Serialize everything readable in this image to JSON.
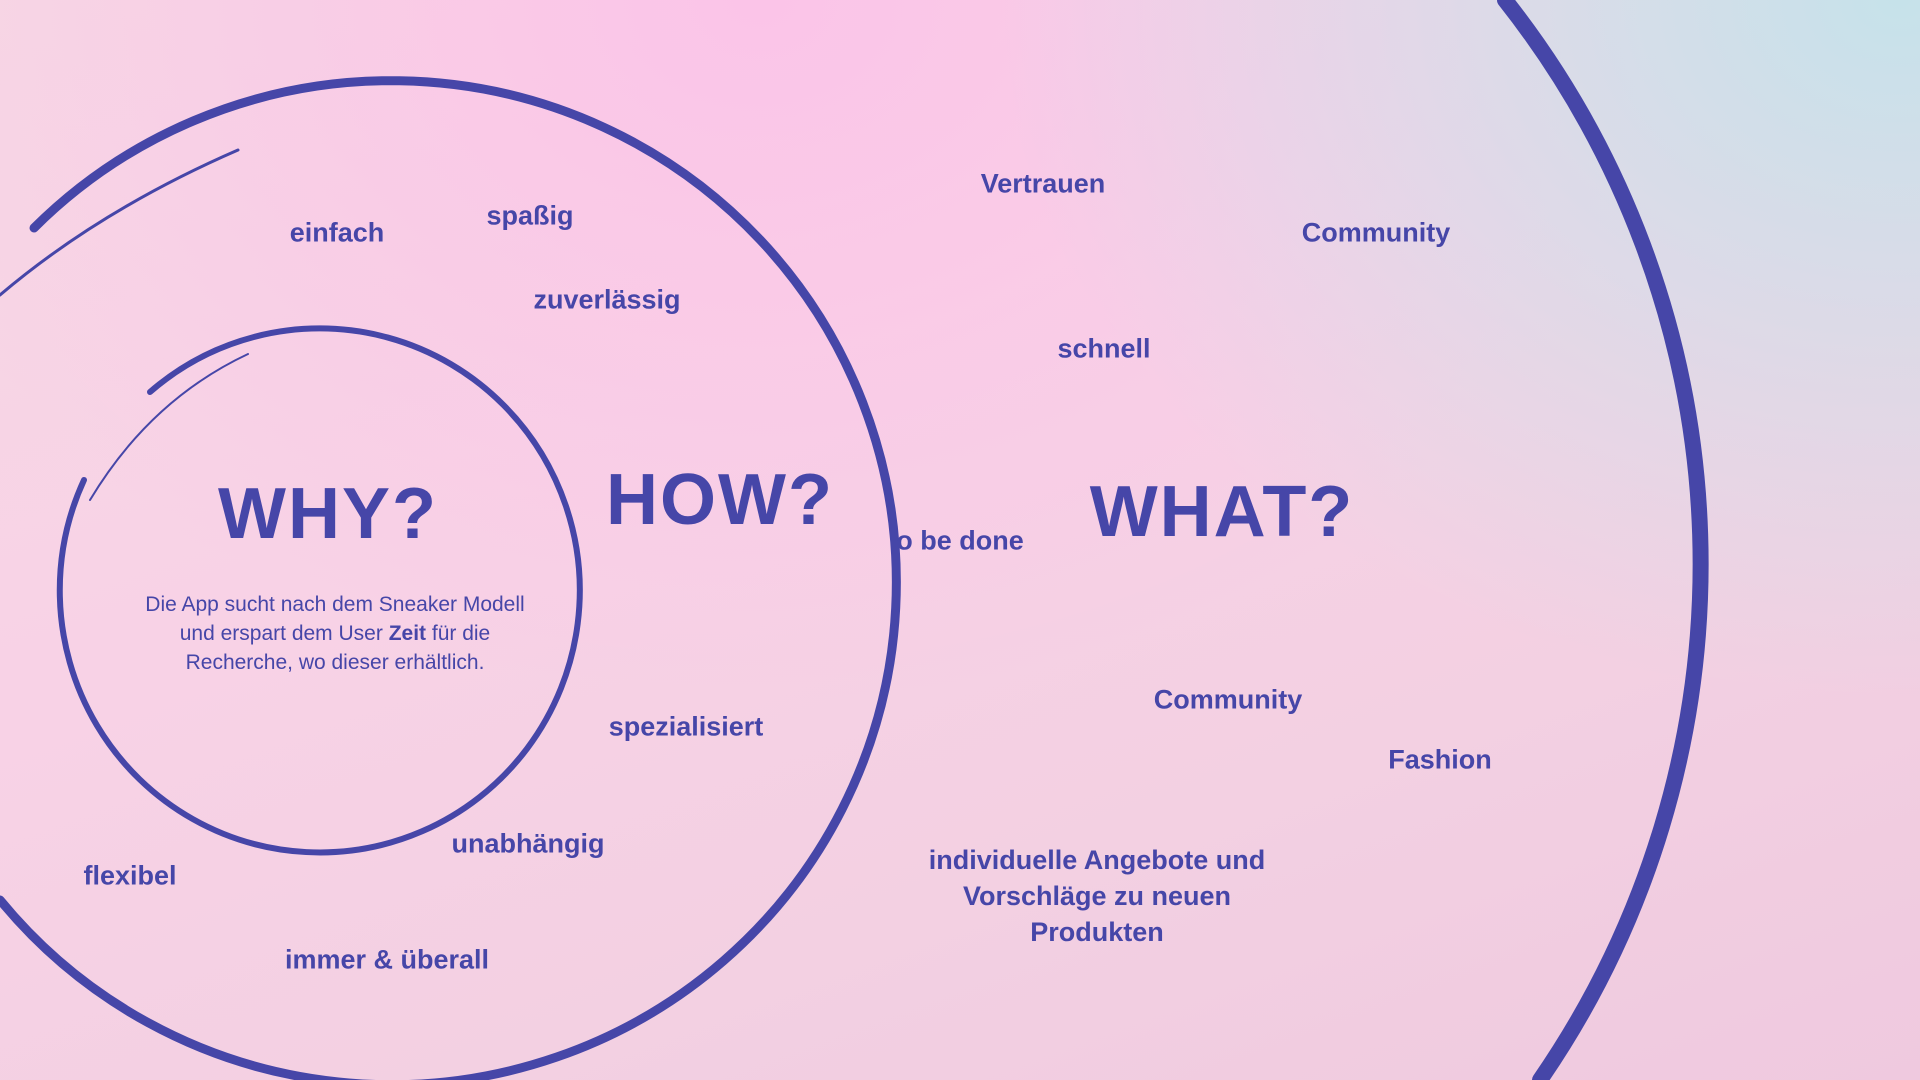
{
  "colors": {
    "accent": "#4646a8"
  },
  "why": {
    "title": "WHY?",
    "desc_before": "Die App sucht nach dem Sneaker Modell und erspart dem User ",
    "desc_bold": "Zeit",
    "desc_after": " für die Recherche, wo dieser erhältlich."
  },
  "how": {
    "title": "HOW?",
    "words": [
      "einfach",
      "spaßig",
      "zuverlässig",
      "spezialisiert",
      "unabhängig",
      "flexibel",
      "immer & überall"
    ]
  },
  "what": {
    "title": "WHAT?",
    "words": [
      "o be done",
      "Vertrauen",
      "Community",
      "schnell",
      "Community",
      "Fashion"
    ],
    "multiline": [
      "individuelle Angebote und",
      "Vorschläge zu neuen",
      "Produkten"
    ]
  }
}
